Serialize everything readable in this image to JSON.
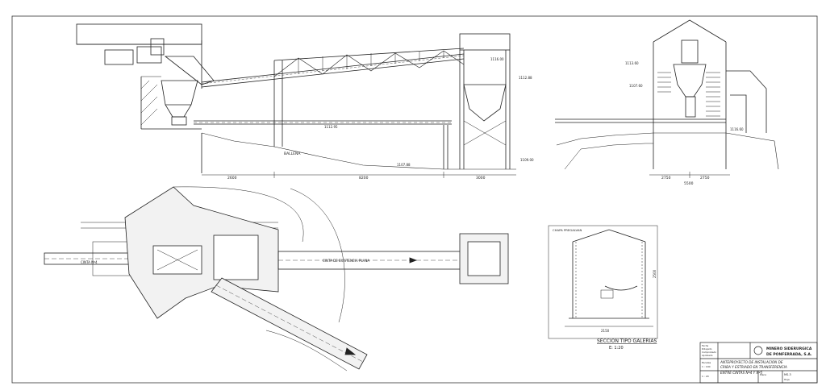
{
  "drawing": {
    "company_line1": "MINERO SIDERURGICA",
    "company_line2": "DE PONFERRADA, S.A.",
    "project_line1": "ANTEPROYECTO DE INSTALACION DE",
    "project_line2": "CRIBA Y ESTRIADO EN TRANSFERENCIA",
    "project_line3": "ENTRE CINTAS Nº4 Y Nº5",
    "section_title": "SECCION TIPO GALERIAS",
    "section_scale": "E: 1:20",
    "belt_label": "CINTA Nº4",
    "corridor_label": "CINTA DE EXISTENCIA PLANA",
    "section_callout": "CHAPA PREGALVAN",
    "zone_label": "BALLENA",
    "title_block": {
      "left_rows": [
        "Fecha",
        "Dibujado",
        "Comprobado",
        "Aprobado"
      ],
      "scale_label": "Escalas",
      "scale_values": [
        "1 : 100",
        "1 : 20"
      ],
      "plano_label": "Plano",
      "dwg_number": "MS-3",
      "sheet_label": "Hoja"
    },
    "elevations": {
      "e1": "1116.00",
      "e2": "1112.88",
      "e3": "1112.95",
      "e4": "1107.88",
      "e5": "1109.00",
      "e6": "1116.60",
      "e7": "1113.60",
      "e8": "1107.60"
    },
    "dims": {
      "d1": "2600",
      "d2": "8200",
      "d3": "3000",
      "d4": "2750",
      "d5": "2750",
      "d6": "5500",
      "d7": "2150",
      "d8": "2500"
    }
  }
}
